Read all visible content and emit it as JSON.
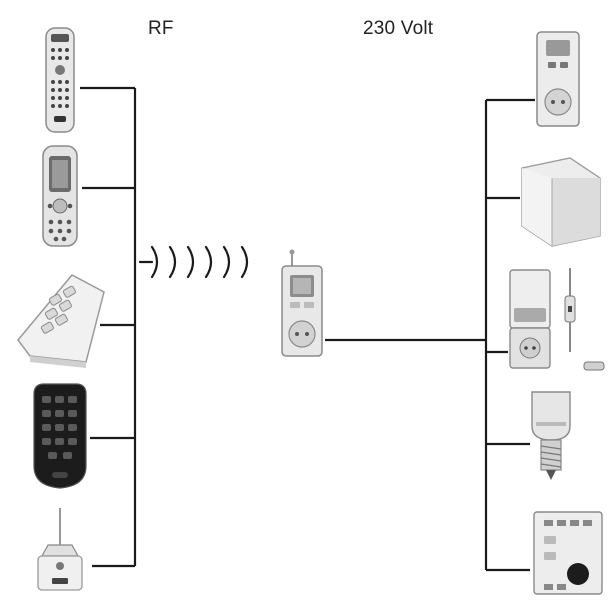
{
  "labels": {
    "rf": "RF",
    "mains": "230 Volt"
  },
  "colors": {
    "line": "#1a1a1a",
    "device_body": "#e6e6e6",
    "device_edge": "#9a9a9a",
    "dark_device": "#1c1c1c",
    "socket": "#cfcfcf"
  },
  "transmitters": [
    {
      "icon": "tv-remote-icon"
    },
    {
      "icon": "lcd-remote-icon"
    },
    {
      "icon": "wall-switch-icon"
    },
    {
      "icon": "keyfob-remote-icon"
    },
    {
      "icon": "ceiling-sensor-icon"
    }
  ],
  "receivers": [
    {
      "icon": "plug-in-switch-icon"
    },
    {
      "icon": "flush-mount-receiver-icon"
    },
    {
      "icon": "plug-in-dimmer-icon"
    },
    {
      "icon": "lamp-socket-adapter-icon"
    },
    {
      "icon": "din-rail-receiver-icon"
    }
  ],
  "hub": {
    "icon": "plug-in-controller-icon"
  },
  "signal": {
    "icon": "rf-waves-icon",
    "arcs": 6
  }
}
